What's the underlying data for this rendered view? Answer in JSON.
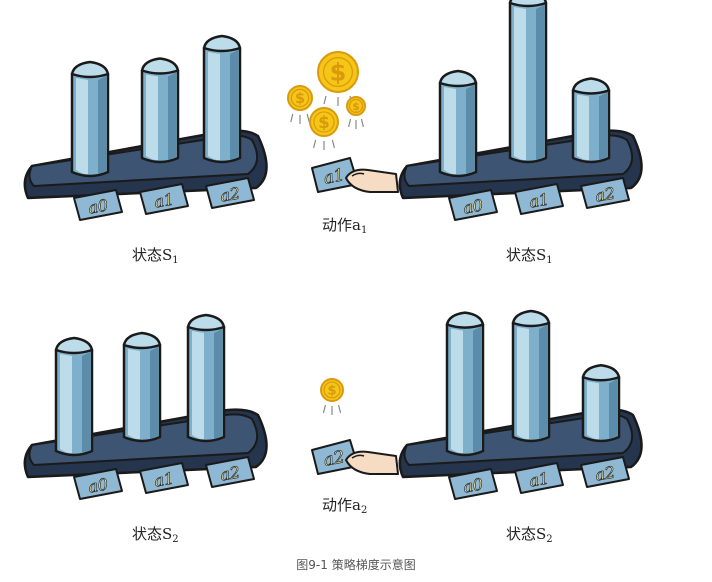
{
  "colors": {
    "base": "#3d5473",
    "base_dark": "#24354d",
    "bar_light": "#bcdcea",
    "bar_mid": "#7fb0cb",
    "bar_dark": "#5b8dab",
    "outline": "#1a1a1a",
    "card": "#8fb8d4",
    "coin": "#f5c518",
    "coin_dark": "#d99a0b"
  },
  "groups": [
    {
      "id": "state-s1-before",
      "bar_levels": [
        0.72,
        0.65,
        0.8
      ],
      "card_labels": [
        "a0",
        "a1",
        "a2"
      ]
    },
    {
      "id": "state-s1-after",
      "bar_levels": [
        0.6,
        1.0,
        0.47
      ],
      "card_labels": [
        "a0",
        "a1",
        "a2"
      ]
    },
    {
      "id": "state-s2-before",
      "bar_levels": [
        0.74,
        0.68,
        0.8
      ],
      "card_labels": [
        "a0",
        "a1",
        "a2"
      ]
    },
    {
      "id": "state-s2-after",
      "bar_levels": [
        0.88,
        0.8,
        0.45
      ],
      "card_labels": [
        "a0",
        "a1",
        "a2"
      ]
    }
  ],
  "actions": [
    {
      "id": "action-a1",
      "card_label": "a1",
      "coins": 4
    },
    {
      "id": "action-a2",
      "card_label": "a2",
      "coins": 1
    }
  ],
  "labels": {
    "state_s1_left": {
      "text": "状态S",
      "sub": "1"
    },
    "state_s1_right": {
      "text": "状态S",
      "sub": "1"
    },
    "state_s2_left": {
      "text": "状态S",
      "sub": "2"
    },
    "state_s2_right": {
      "text": "状态S",
      "sub": "2"
    },
    "action_a1": {
      "text": "动作a",
      "sub": "1"
    },
    "action_a2": {
      "text": "动作a",
      "sub": "2"
    }
  },
  "caption": "图9-1 策略梯度示意图"
}
